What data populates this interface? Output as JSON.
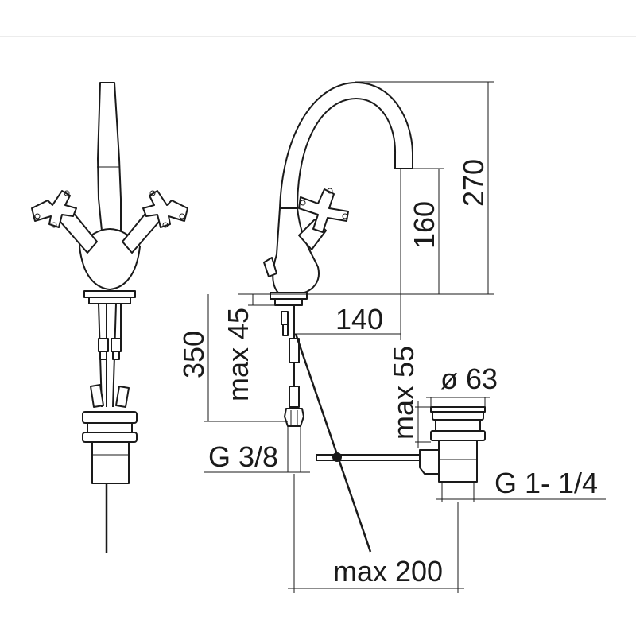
{
  "dimensions": {
    "height_total": "270",
    "spout_height": "160",
    "spout_reach": "140",
    "max_hose_length": "350",
    "max_deck_thickness": "max 45",
    "max_waste_height": "max 55",
    "waste_diameter": "ø 63",
    "supply_thread": "G 3/8",
    "waste_thread": "G 1- 1/4",
    "max_rod_distance": "max 200"
  }
}
